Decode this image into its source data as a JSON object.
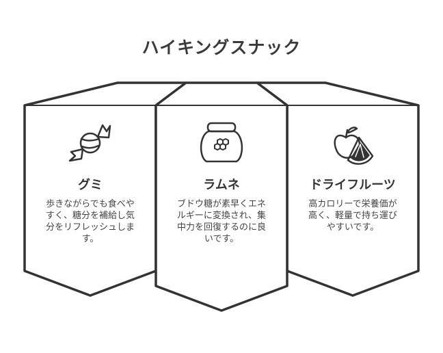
{
  "title": "ハイキングスナック",
  "colors": {
    "stroke": "#333333",
    "background": "#ffffff"
  },
  "items": [
    {
      "name": "グミ",
      "icon": "candy-icon",
      "description": "歩きながらでも食べやすく、糖分を補給し気分をリフレッシュします。"
    },
    {
      "name": "ラムネ",
      "icon": "honey-jar-icon",
      "description": "ブドウ糖が素早くエネルギーに変換され、集中力を回復するのに良いです。"
    },
    {
      "name": "ドライフルーツ",
      "icon": "fruit-slice-icon",
      "description": "高カロリーで栄養価が高く、軽量で持ち運びやすいです。"
    }
  ]
}
